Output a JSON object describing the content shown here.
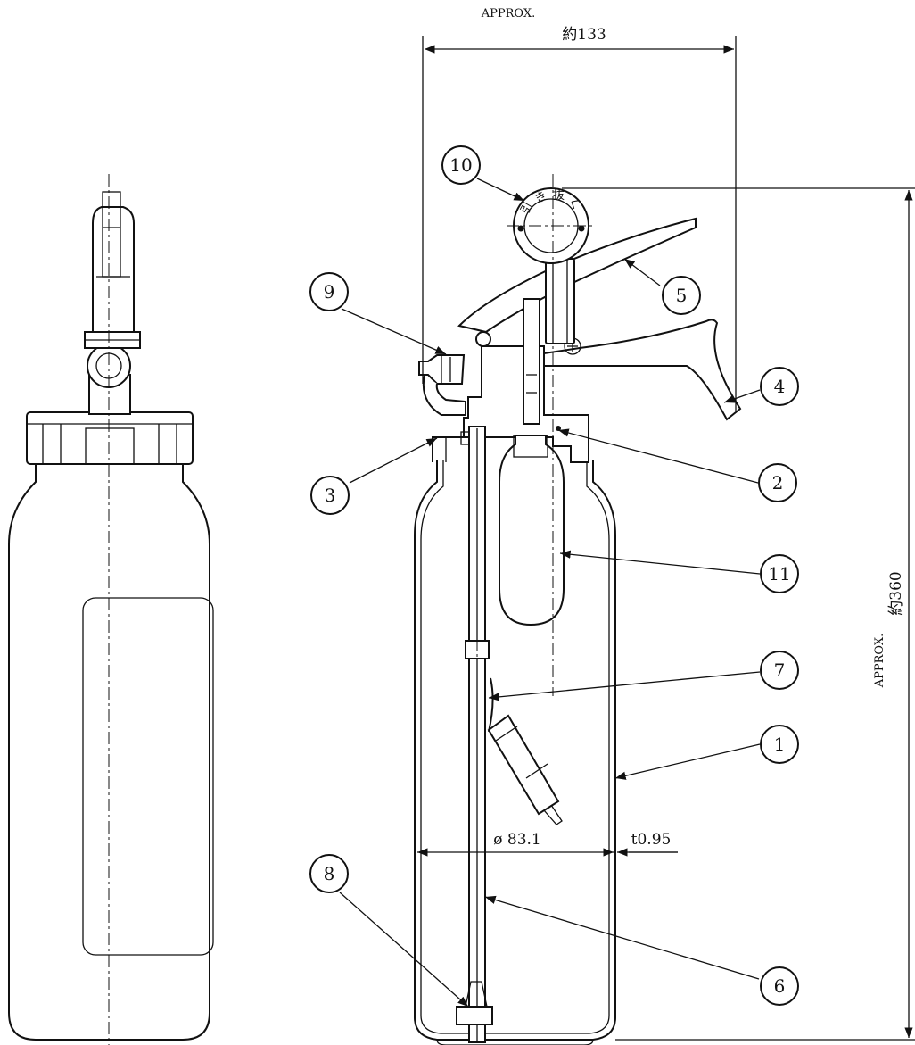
{
  "dimensions": {
    "width_approx_en": "APPROX.",
    "width_value": "約133",
    "height_approx_en": "APPROX.",
    "height_value": "約360",
    "diameter": "ø 83.1",
    "thickness": "t0.95"
  },
  "pin_ring_text": [
    "引",
    "き",
    "抜",
    "く"
  ],
  "part_labels": [
    "1",
    "2",
    "3",
    "4",
    "5",
    "6",
    "7",
    "8",
    "9",
    "10",
    "11"
  ]
}
